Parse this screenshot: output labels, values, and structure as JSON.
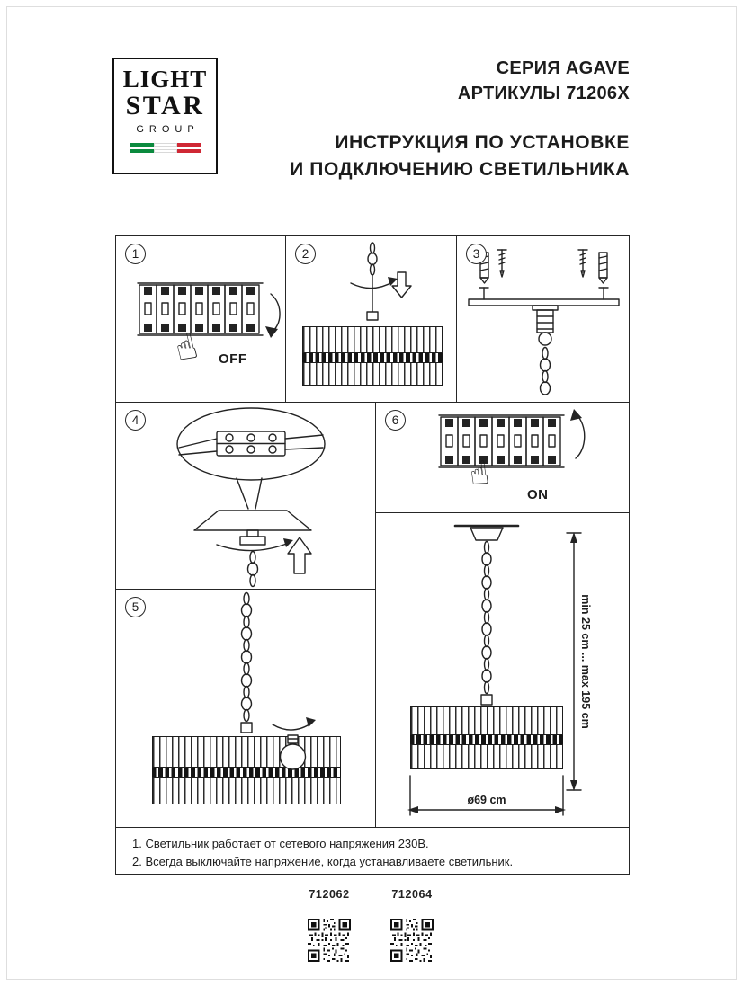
{
  "page": {
    "logo": {
      "line1": "LIGHT",
      "line2": "STAR",
      "line3": "GROUP",
      "flag_colors": [
        "#0b8a3e",
        "#ffffff",
        "#cf2734"
      ]
    },
    "header": {
      "series": "СЕРИЯ AGAVE",
      "articles": "АРТИКУЛЫ 71206X",
      "title_line1": "ИНСТРУКЦИЯ ПО УСТАНОВКЕ",
      "title_line2": "И ПОДКЛЮЧЕНИЮ СВЕТИЛЬНИКА"
    },
    "icons": {
      "pointing_hand": "☝"
    },
    "steps": {
      "s1": {
        "num": "1",
        "label": "OFF"
      },
      "s2": {
        "num": "2"
      },
      "s3": {
        "num": "3"
      },
      "s4": {
        "num": "4"
      },
      "s5": {
        "num": "5"
      },
      "s6": {
        "num": "6",
        "label": "ON"
      }
    },
    "dimensions": {
      "height_range": "min 25 cm ... max 195 cm",
      "diameter": "ø69 cm"
    },
    "notes": {
      "line1": "1. Светильник работает от сетевого напряжения 230В.",
      "line2": "2. Всегда выключайте напряжение, когда устанавливаете светильник."
    },
    "footer": {
      "code1": "712062",
      "code2": "712064"
    }
  }
}
